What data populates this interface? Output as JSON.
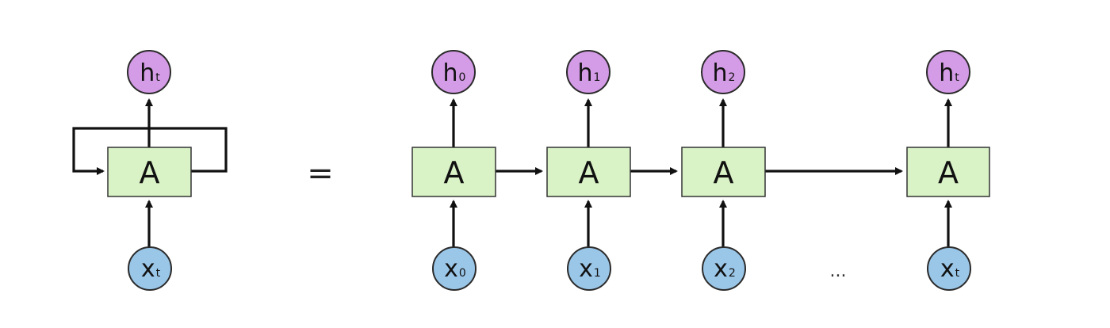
{
  "folded": {
    "cell_label": "A",
    "output": {
      "letter": "h",
      "sub": "t"
    },
    "input": {
      "letter": "x",
      "sub": "t"
    }
  },
  "equals": "=",
  "unrolled": [
    {
      "cell_label": "A",
      "output": {
        "letter": "h",
        "sub": "0"
      },
      "input": {
        "letter": "x",
        "sub": "0"
      }
    },
    {
      "cell_label": "A",
      "output": {
        "letter": "h",
        "sub": "1"
      },
      "input": {
        "letter": "x",
        "sub": "1"
      }
    },
    {
      "cell_label": "A",
      "output": {
        "letter": "h",
        "sub": "2"
      },
      "input": {
        "letter": "x",
        "sub": "2"
      }
    },
    {
      "cell_label": "A",
      "output": {
        "letter": "h",
        "sub": "t"
      },
      "input": {
        "letter": "x",
        "sub": "t"
      }
    }
  ],
  "ellipsis": "...",
  "colors": {
    "cell_fill": "#d9f2c6",
    "output_node": "#d49be6",
    "input_node": "#9ac6e8"
  }
}
